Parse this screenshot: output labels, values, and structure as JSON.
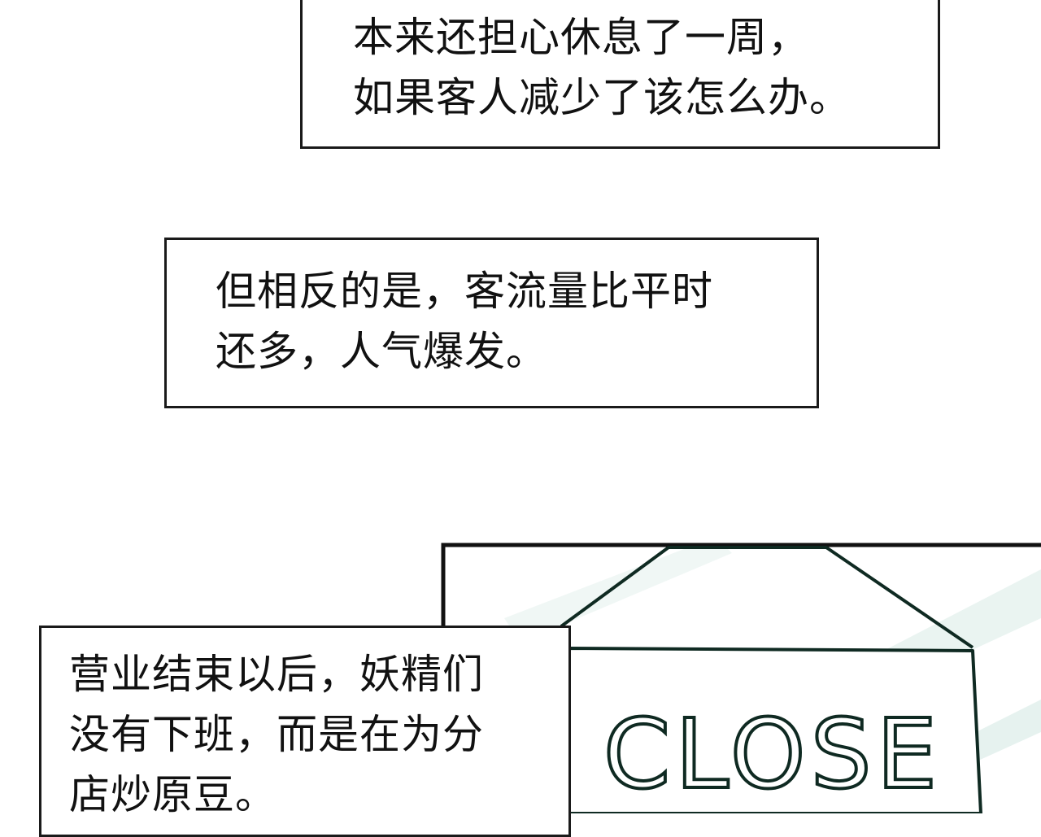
{
  "captions": [
    {
      "lines": [
        "本来还担心休息了一周，",
        "如果客人减少了该怎么办。"
      ]
    },
    {
      "lines": [
        "但相反的是，客流量比平时",
        "还多，人气爆发。"
      ]
    },
    {
      "lines": [
        "营业结束以后，妖精们",
        "没有下班，而是在为分",
        "店炒原豆。"
      ]
    }
  ],
  "sign": {
    "text": "CLOSE"
  },
  "colors": {
    "ink": "#111111",
    "sign_line": "#0f2a22",
    "panel_tint": "#e4f1ee"
  }
}
